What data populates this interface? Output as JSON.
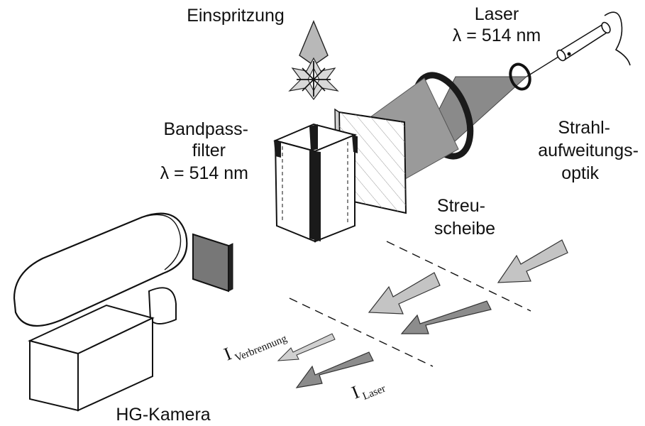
{
  "labels": {
    "injection": "Einspritzung",
    "laser_line1": "Laser",
    "laser_line2": "λ = 514 nm",
    "bandpass_line1": "Bandpass-",
    "bandpass_line2": "filter",
    "bandpass_line3": "λ = 514 nm",
    "expansion_line1": "Strahl-",
    "expansion_line2": "aufweitungs-",
    "expansion_line3": "optik",
    "diffuser_line1": "Streu-",
    "diffuser_line2": "scheibe",
    "camera": "HG-Kamera"
  },
  "intensities": {
    "combustion_symbol": "I",
    "combustion_subscript": "Verbrennung",
    "laser_symbol": "I",
    "laser_subscript": "Laser"
  },
  "colors": {
    "line": "#111111",
    "beam": "#8a8a8a",
    "arrow_dark": "#8c8c8c",
    "arrow_light": "#c4c4c4",
    "filter": "#777777"
  }
}
